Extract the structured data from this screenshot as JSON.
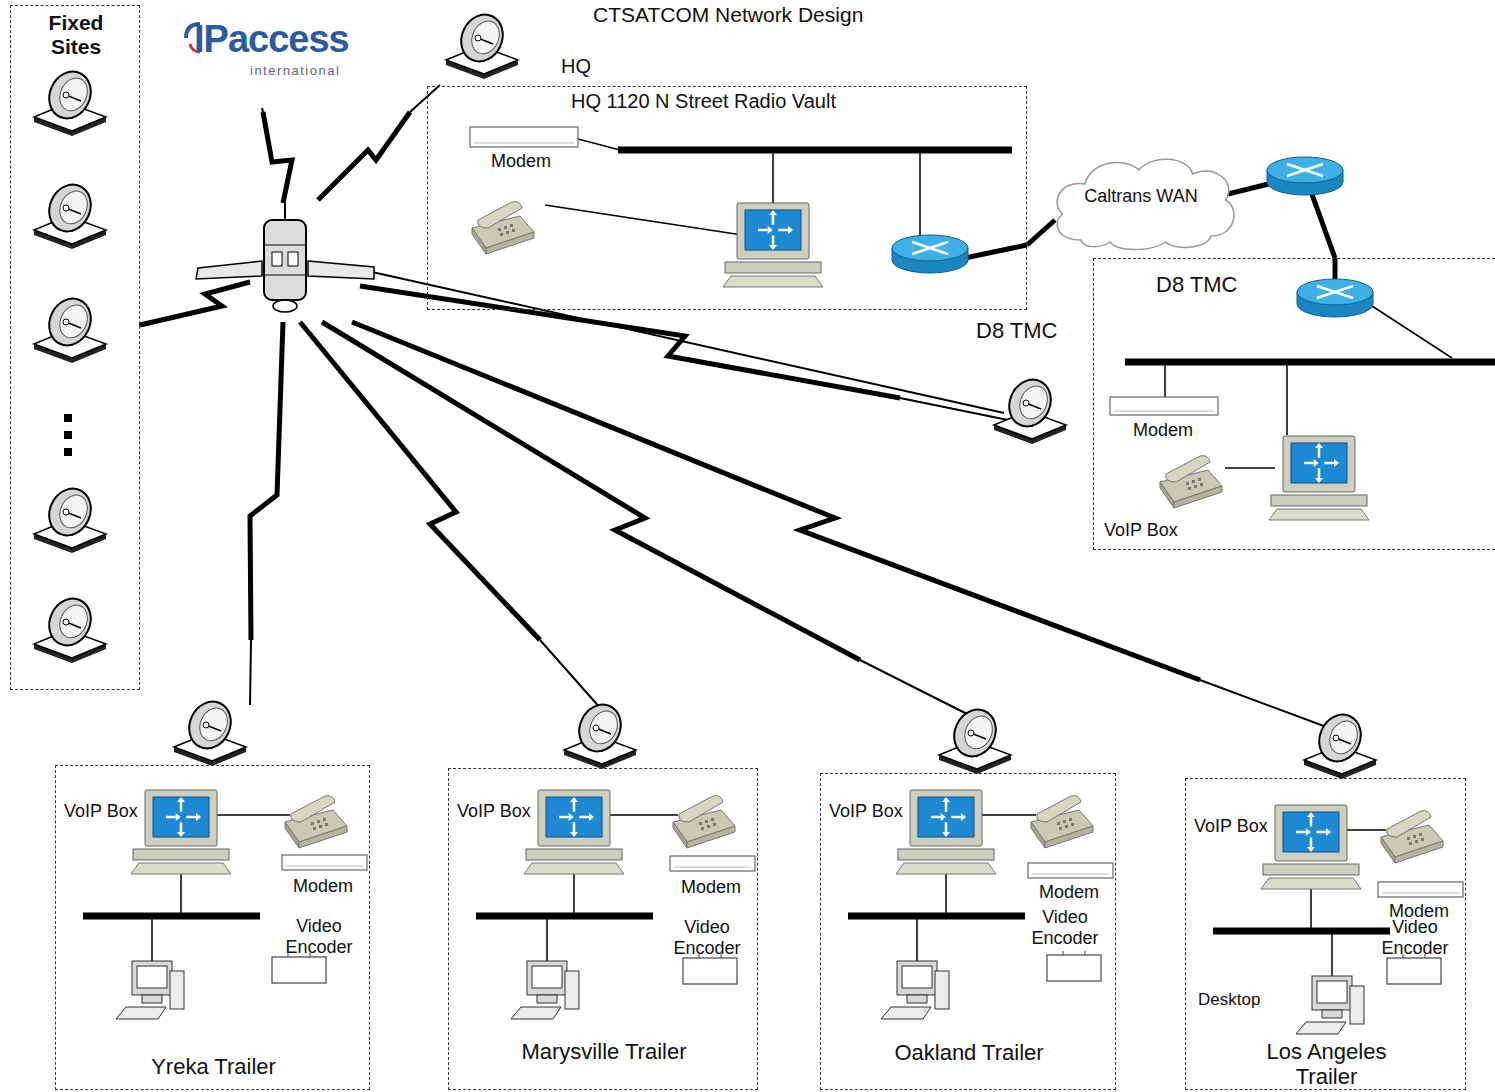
{
  "diagram": {
    "title": "CTSATCOM Network Design",
    "nodes": [
      {
        "text": [
          "Fixed Sites"
        ]
      },
      {
        "text": [
          "HQ",
          "HQ 1120 N Street Radio Vault"
        ]
      },
      {
        "text": [
          "Modem"
        ],
        "in": 1
      },
      {
        "text": [
          "Caltrans WAN"
        ]
      },
      {
        "text": [
          "D8 TMC"
        ]
      },
      {
        "text": [
          "Modem"
        ],
        "in": 4
      },
      {
        "text": [
          "VoIP Box"
        ],
        "in": 4
      },
      {
        "text": [
          "Yreka Trailer"
        ]
      },
      {
        "text": [
          "VoIP Box"
        ],
        "in": 7
      },
      {
        "text": [
          "Modem"
        ],
        "in": 7
      },
      {
        "text": [
          "Video Encoder"
        ],
        "in": 7
      },
      {
        "text": [
          "Marysville Trailer"
        ]
      },
      {
        "text": [
          "VoIP Box"
        ],
        "in": 11
      },
      {
        "text": [
          "Modem"
        ],
        "in": 11
      },
      {
        "text": [
          "Video Encoder"
        ],
        "in": 11
      },
      {
        "text": [
          "Oakland Trailer"
        ]
      },
      {
        "text": [
          "VoIP Box"
        ],
        "in": 15
      },
      {
        "text": [
          "Modem"
        ],
        "in": 15
      },
      {
        "text": [
          "Video Encoder"
        ],
        "in": 15
      },
      {
        "text": [
          "Los Angeles Trailer"
        ]
      },
      {
        "text": [
          "VoIP Box"
        ],
        "in": 19
      },
      {
        "text": [
          "Modem"
        ],
        "in": 19
      },
      {
        "text": [
          "Video Encoder"
        ],
        "in": 19
      },
      {
        "text": [
          "Desktop"
        ],
        "in": 19
      }
    ],
    "edges": [
      {
        "from": 1,
        "to": 3,
        "arrow": "none"
      },
      {
        "from": 3,
        "to": 4,
        "arrow": "none"
      }
    ],
    "labels": [
      "IPaccess",
      "international",
      "D8 TMC"
    ]
  }
}
